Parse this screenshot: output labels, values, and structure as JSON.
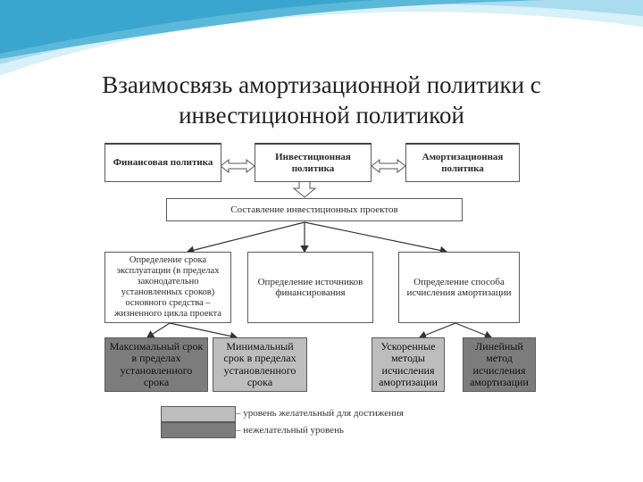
{
  "title": {
    "line1": "Взаимосвязь амортизационной политики с",
    "line2": "инвестиционной политикой"
  },
  "colors": {
    "wave_dark": "#5bb8d8",
    "wave_light": "#bfe6f2",
    "desirable_level": "#bdbdbd",
    "undesirable_level": "#7c7c7c"
  },
  "diagram": {
    "financial_policy": "Финансовая политика",
    "investment_policy": "Инвестиционная политика",
    "depreciation_policy": "Амортизационная политика",
    "project_compilation": "Составление инвестиционных проектов",
    "term_determination": "Определение срока эксплуатации (в пределах законодательно установленных сроков) основного средства – жизненного цикла проекта",
    "funding_sources": "Определение источников финансирования",
    "depreciation_method": "Определение способа исчисления амортизации",
    "max_term": "Максимальный срок в пределах установленного срока",
    "min_term": "Минимальный срок в пределах установленного срока",
    "accelerated_methods": "Ускоренные методы исчисления амортизации",
    "linear_method": "Линейный метод исчисления амортизации"
  },
  "legend": {
    "desirable": "– уровень желательный для достижения",
    "undesirable": "– нежелательный уровень"
  }
}
